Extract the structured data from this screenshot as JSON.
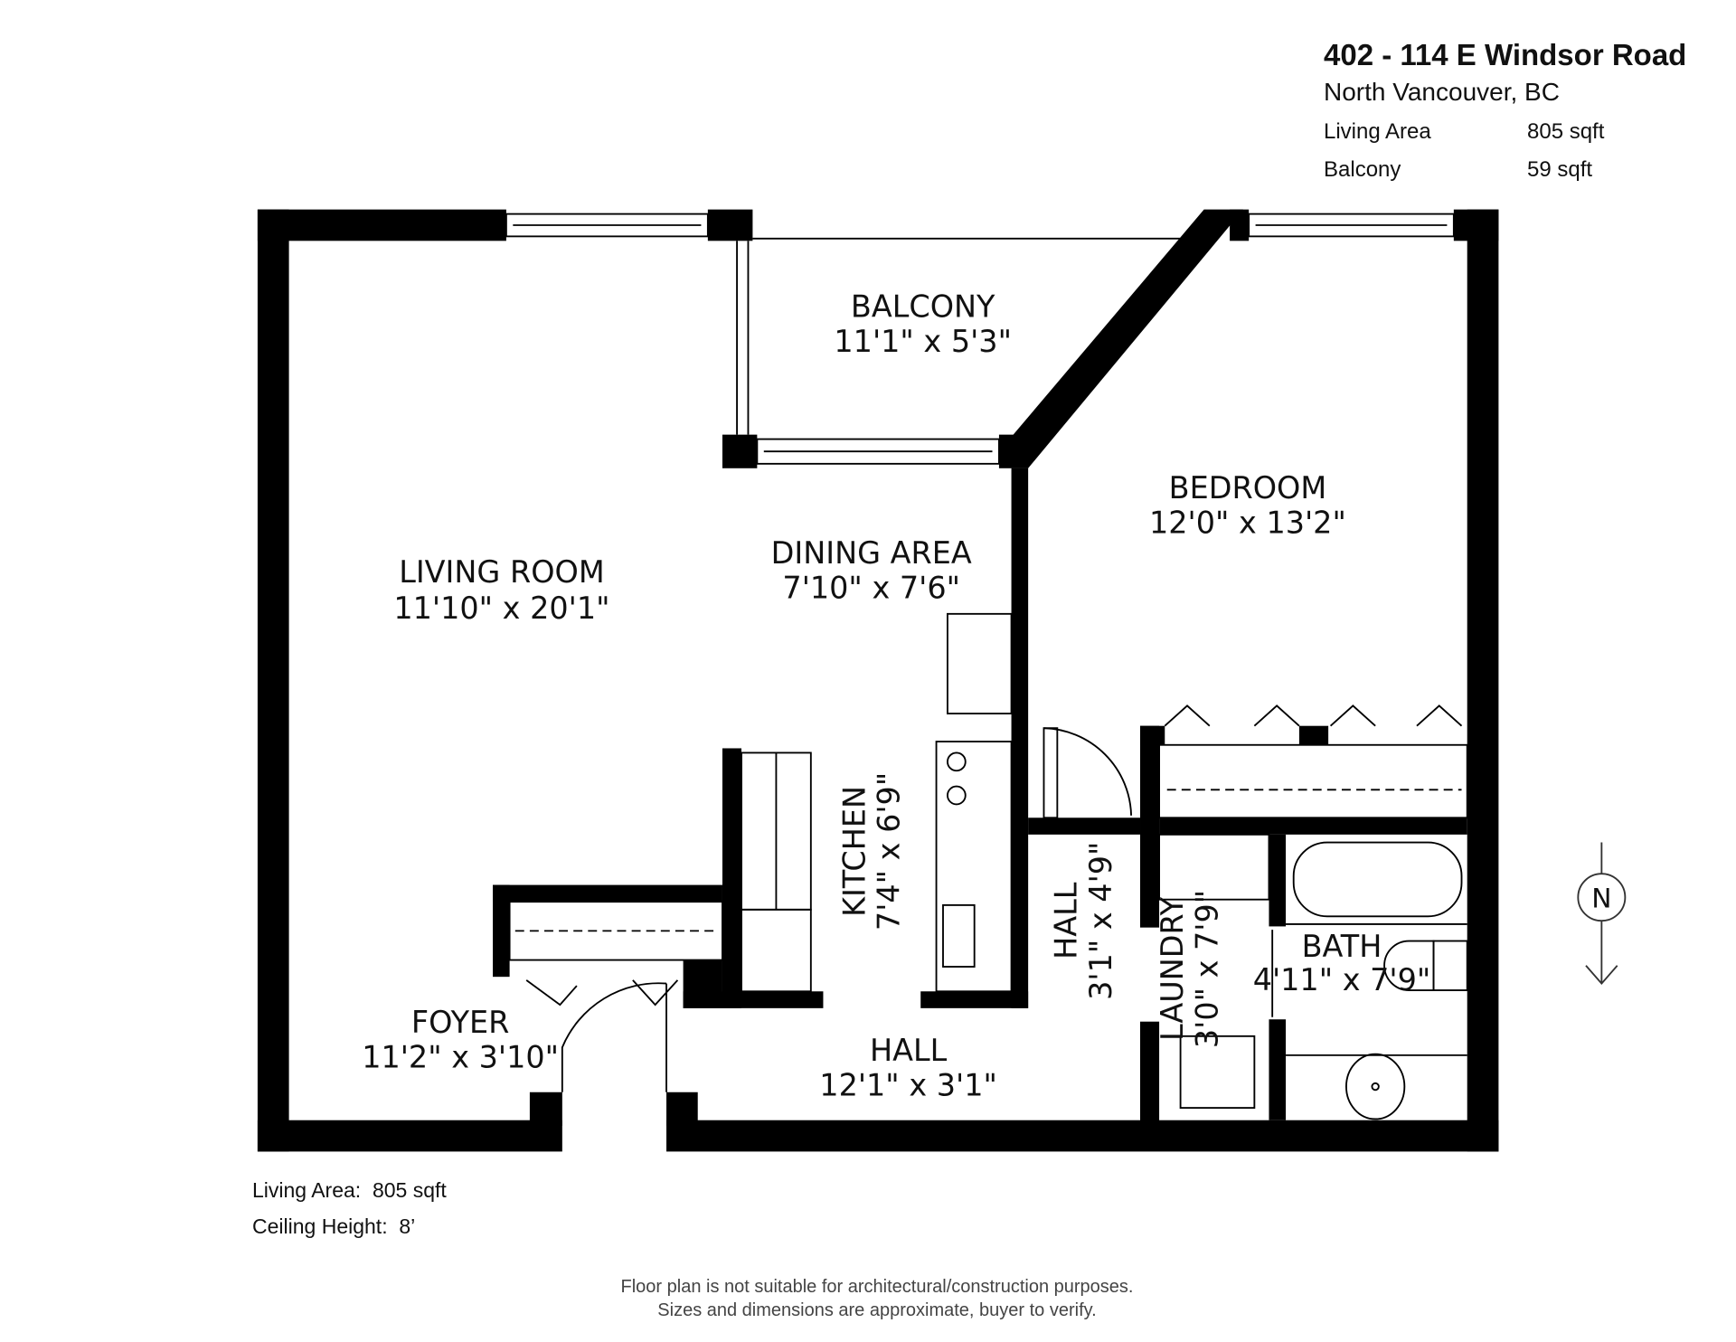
{
  "header": {
    "address": "402 - 114 E Windsor Road",
    "city": "North Vancouver, BC",
    "stats": [
      {
        "label": "Living Area",
        "value": "805 sqft"
      },
      {
        "label": "Balcony",
        "value": "59 sqft"
      }
    ]
  },
  "rooms": {
    "balcony": {
      "name": "BALCONY",
      "dims": "11'1\" x 5'3\""
    },
    "bedroom": {
      "name": "BEDROOM",
      "dims": "12'0\" x 13'2\""
    },
    "living": {
      "name": "LIVING ROOM",
      "dims": "11'10\" x 20'1\""
    },
    "dining": {
      "name": "DINING AREA",
      "dims": "7'10\" x 7'6\""
    },
    "kitchen": {
      "name": "KITCHEN",
      "dims": "7'4\" x 6'9\""
    },
    "hall_v": {
      "name": "HALL",
      "dims": "3'1\" x 4'9\""
    },
    "laundry": {
      "name": "LAUNDRY",
      "dims": "3'0\" x 7'9\""
    },
    "bath": {
      "name": "BATH",
      "dims": "4'11\" x 7'9\""
    },
    "foyer": {
      "name": "FOYER",
      "dims": "11'2\" x 3'10\""
    },
    "hall_h": {
      "name": "HALL",
      "dims": "12'1\" x 3'1\""
    }
  },
  "compass": {
    "label": "N"
  },
  "footer": {
    "living_area": "Living Area:  805 sqft",
    "ceiling": "Ceiling Height:  8’"
  },
  "disclaimer": {
    "line1": "Floor plan is not suitable for architectural/construction purposes.",
    "line2": "Sizes and dimensions are approximate, buyer to verify."
  }
}
